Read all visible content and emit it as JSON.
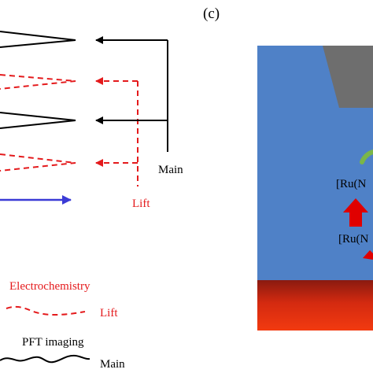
{
  "panel_label": "(c)",
  "left_diagram": {
    "labels": {
      "main": "Main",
      "lift": "Lift"
    },
    "legend": {
      "electrochemistry": "Electrochemistry",
      "electrochemistry_line": "Lift",
      "pft_imaging": "PFT imaging",
      "pft_line": "Main"
    }
  },
  "right_panel": {
    "species_top": "[Ru(N",
    "species_bottom": "[Ru(N"
  },
  "colors": {
    "black": "#000000",
    "red": "#e41a1c",
    "blue": "#3b3bd6",
    "electrolyte": "#4f81c7",
    "tip": "#707070",
    "green": "#7ab648",
    "red_arrow": "#e00000"
  }
}
